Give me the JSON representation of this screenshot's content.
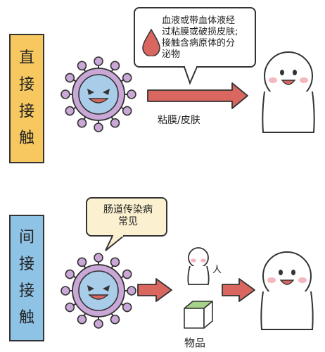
{
  "direct": {
    "label_chars": [
      "直",
      "接",
      "接",
      "触"
    ],
    "bubble_lines": [
      "血液或带血体液经",
      "过粘膜或破损皮肤;",
      "接触含病原体的分",
      "泌物"
    ],
    "route_label": "粘膜/皮肤"
  },
  "indirect": {
    "label_chars": [
      "间",
      "接",
      "接",
      "触"
    ],
    "bubble_lines": [
      "肠道传染病",
      "常见"
    ],
    "person_label": "人",
    "object_label": "物品"
  },
  "colors": {
    "direct_label_bg": "#f7c860",
    "indirect_label_bg": "#8ec3e6",
    "virus_body": "#a9cde8",
    "virus_spikes": "#c9a7d6",
    "arrow": "#d9675f",
    "blood_drop": "#d9675f",
    "indirect_bubble_bg": "#fbf1d0",
    "cube_top": "#a6d28a",
    "cheek": "#f5b6bd"
  }
}
